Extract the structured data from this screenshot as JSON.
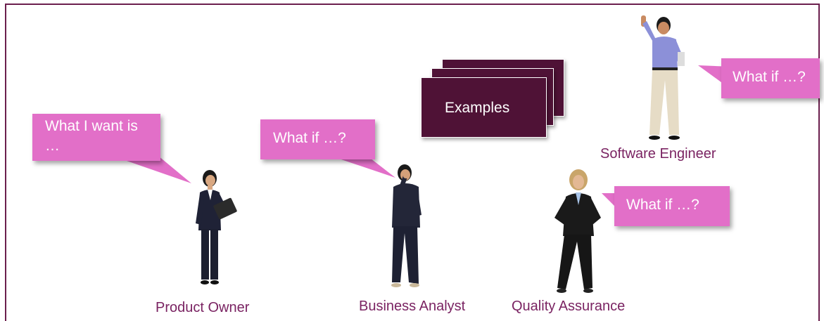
{
  "colors": {
    "frame": "#6b1f4d",
    "bubble": "#e26fc8",
    "card": "#4f1236",
    "role_label": "#7a2362"
  },
  "card": {
    "label": "Examples"
  },
  "bubbles": {
    "product_owner": "What I want is …",
    "business_analyst": "What if …?",
    "quality_assurance": "What if …?",
    "software_engineer": "What if …?"
  },
  "roles": {
    "product_owner": "Product Owner",
    "business_analyst": "Business Analyst",
    "quality_assurance": "Quality Assurance",
    "software_engineer": "Software Engineer"
  }
}
